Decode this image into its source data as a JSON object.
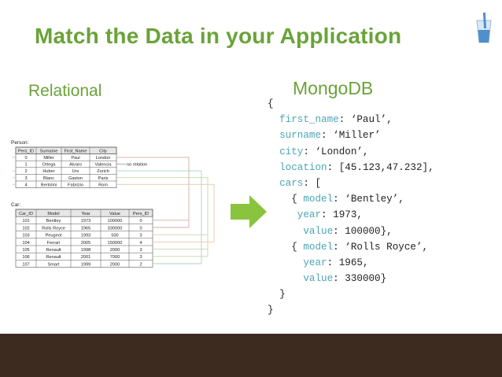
{
  "title": "Match the Data in your Application",
  "left_heading": "Relational",
  "right_heading": "MongoDB",
  "logo_icon": "glass-of-water-icon",
  "arrow_icon": "right-arrow-icon",
  "colors": {
    "title": "#6aa339",
    "key": "#4aa6b5",
    "footer": "#3e2b20",
    "arrow": "#8ac43f"
  },
  "person_table": {
    "label": "Person:",
    "headers": [
      "Pers_ID",
      "Surname",
      "First_Name",
      "City"
    ],
    "rows": [
      [
        "0",
        "Miller",
        "Paul",
        "London"
      ],
      [
        "1",
        "Ortega",
        "Alvaro",
        "Valencia"
      ],
      [
        "2",
        "Huber",
        "Urs",
        "Zurich"
      ],
      [
        "3",
        "Blanc",
        "Gaston",
        "Paris"
      ],
      [
        "4",
        "Bertolini",
        "Fabrizio",
        "Rom"
      ]
    ],
    "note": "no relation"
  },
  "car_table": {
    "label": "Car:",
    "headers": [
      "Car_ID",
      "Model",
      "Year",
      "Value",
      "Pers_ID"
    ],
    "rows": [
      [
        "101",
        "Bentley",
        "1973",
        "100000",
        "0"
      ],
      [
        "102",
        "Rolls Royce",
        "1965",
        "330000",
        "0"
      ],
      [
        "103",
        "Peugeot",
        "1993",
        "500",
        "3"
      ],
      [
        "104",
        "Ferrari",
        "2005",
        "150000",
        "4"
      ],
      [
        "105",
        "Renault",
        "1998",
        "2000",
        "3"
      ],
      [
        "106",
        "Renault",
        "2001",
        "7000",
        "3"
      ],
      [
        "107",
        "Smart",
        "1999",
        "2000",
        "2"
      ]
    ]
  },
  "code_lines": [
    {
      "indent": "",
      "key": "",
      "rest": "{"
    },
    {
      "indent": "  ",
      "key": "first_name",
      "rest": ": ‘Paul’,"
    },
    {
      "indent": "  ",
      "key": "surname",
      "rest": ": ‘Miller’"
    },
    {
      "indent": "  ",
      "key": "city",
      "rest": ": ‘London’,"
    },
    {
      "indent": "  ",
      "key": "location",
      "rest": ": [45.123,47.232],"
    },
    {
      "indent": "  ",
      "key": "cars",
      "rest": ": ["
    },
    {
      "indent": "    { ",
      "key": "model",
      "rest": ": ‘Bentley’,"
    },
    {
      "indent": "     ",
      "key": "year",
      "rest": ": 1973,"
    },
    {
      "indent": "      ",
      "key": "value",
      "rest": ": 100000},"
    },
    {
      "indent": "    { ",
      "key": "model",
      "rest": ": ‘Rolls Royce’,"
    },
    {
      "indent": "      ",
      "key": "year",
      "rest": ": 1965,"
    },
    {
      "indent": "      ",
      "key": "value",
      "rest": ": 330000}"
    },
    {
      "indent": "  ",
      "key": "",
      "rest": "}"
    },
    {
      "indent": "",
      "key": "",
      "rest": "}"
    }
  ]
}
